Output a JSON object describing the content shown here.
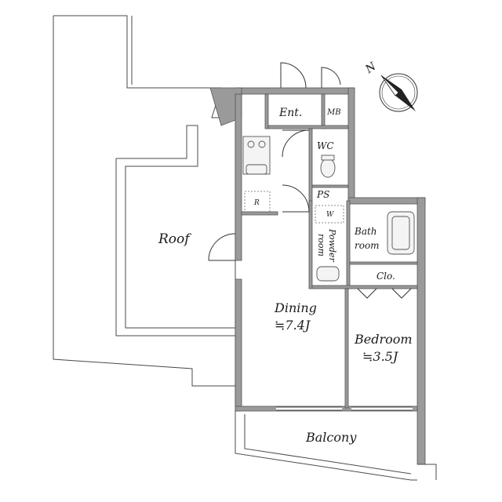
{
  "compass": {
    "north_label": "N"
  },
  "rooms": {
    "roof": "Roof",
    "entrance": "Ent.",
    "meter_box": "MB",
    "wc": "WC",
    "pipe_space": "PS",
    "washer": "W",
    "powder_room_line1": "Powder",
    "powder_room_line2": "room",
    "bathroom_line1": "Bath",
    "bathroom_line2": "room",
    "closet": "Clo.",
    "refrigerator": "R",
    "dining": "Dining",
    "dining_size": "≒7.4J",
    "bedroom": "Bedroom",
    "bedroom_size": "≒3.5J",
    "balcony": "Balcony"
  }
}
